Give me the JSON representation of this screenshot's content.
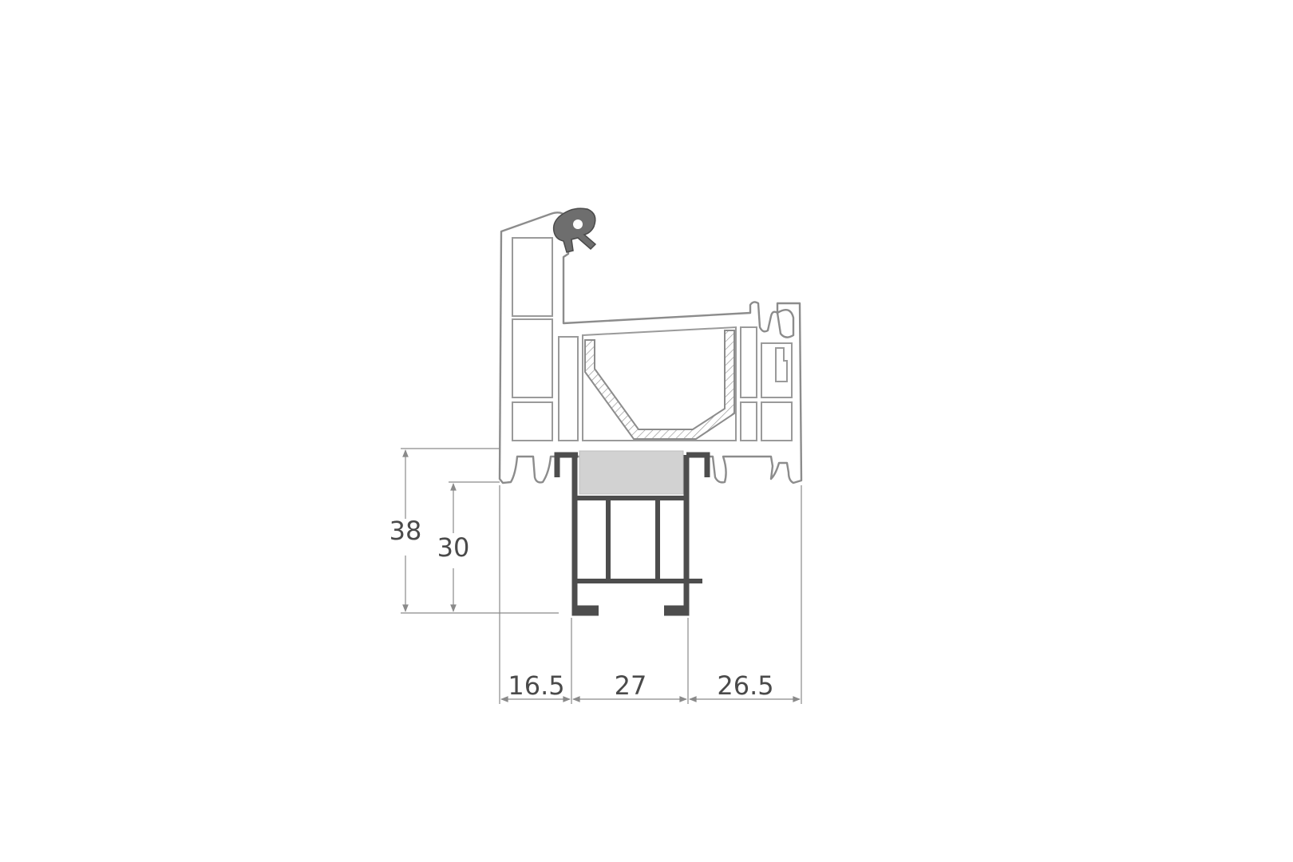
{
  "dimensions": {
    "height_outer": "38",
    "height_inner": "30",
    "width_left": "16.5",
    "width_middle": "27",
    "width_right": "26.5"
  },
  "colors": {
    "profile_stroke": "#8c8c8c",
    "aluminium": "#4d4d4d",
    "insert_fill": "#d2d2d2",
    "dimension_text": "#4a4a4a"
  }
}
